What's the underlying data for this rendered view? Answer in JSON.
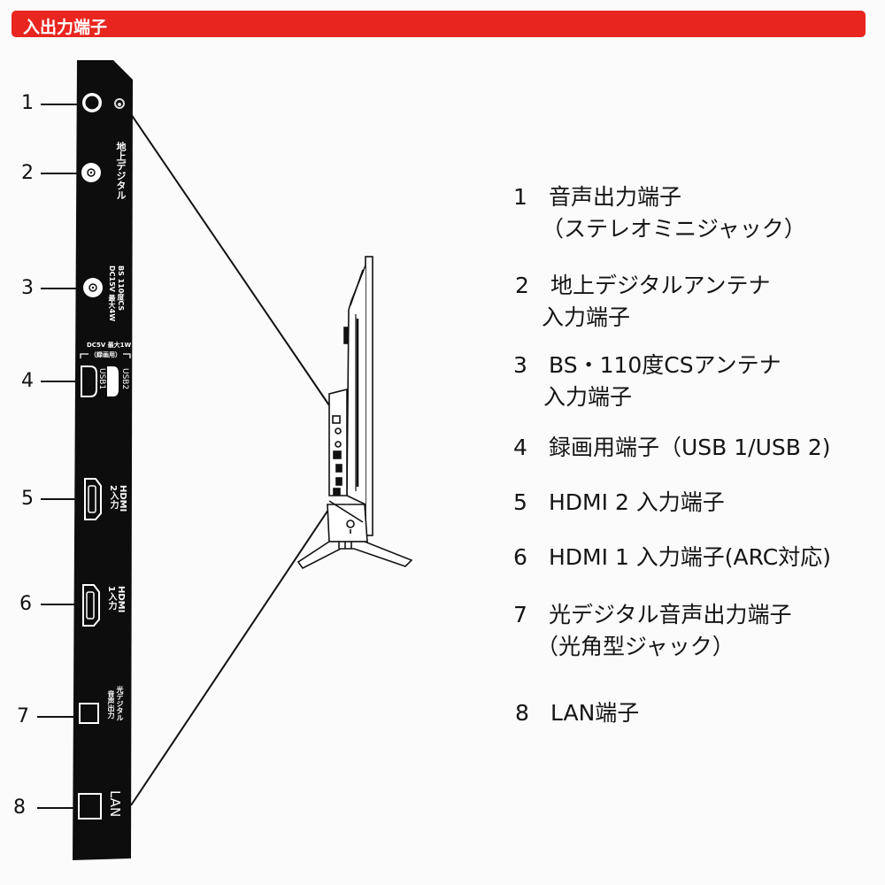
{
  "header": {
    "title": "入出力端子",
    "color": "#e8251f"
  },
  "panel": {
    "callouts": [
      "1",
      "2",
      "3",
      "4",
      "5",
      "6",
      "7",
      "8"
    ],
    "labels": {
      "terrestrial": "地上デジタル",
      "bs_cs_line1": "BS 110度CS",
      "bs_cs_line2": "DC15V 最大4W",
      "usb_power": "DC5V 最大1W",
      "usb_use": "（録画用）",
      "usb1": "USB1",
      "usb2": "USB2",
      "hdmi2_line1": "HDMI",
      "hdmi2_line2": "2入力",
      "hdmi1_line1": "HDMI",
      "hdmi1_line2": "1入力",
      "optical_line1": "光デジタル",
      "optical_line2": "音声出力",
      "lan": "LAN"
    }
  },
  "legend": {
    "items": [
      {
        "num": "1",
        "line1": "音声出力端子",
        "line2": "（ステレオミニジャック）"
      },
      {
        "num": "2",
        "line1": "地上デジタルアンテナ",
        "line2": "入力端子"
      },
      {
        "num": "3",
        "line1": "BS・110度CSアンテナ",
        "line2": "入力端子"
      },
      {
        "num": "4",
        "line1": "録画用端子（USB 1/USB 2)",
        "line2": ""
      },
      {
        "num": "5",
        "line1": "HDMI 2 入力端子",
        "line2": ""
      },
      {
        "num": "6",
        "line1": "HDMI 1 入力端子(ARC対応)",
        "line2": ""
      },
      {
        "num": "7",
        "line1": "光デジタル音声出力端子",
        "line2": "（光角型ジャック）"
      },
      {
        "num": "8",
        "line1": "LAN端子",
        "line2": ""
      }
    ]
  }
}
